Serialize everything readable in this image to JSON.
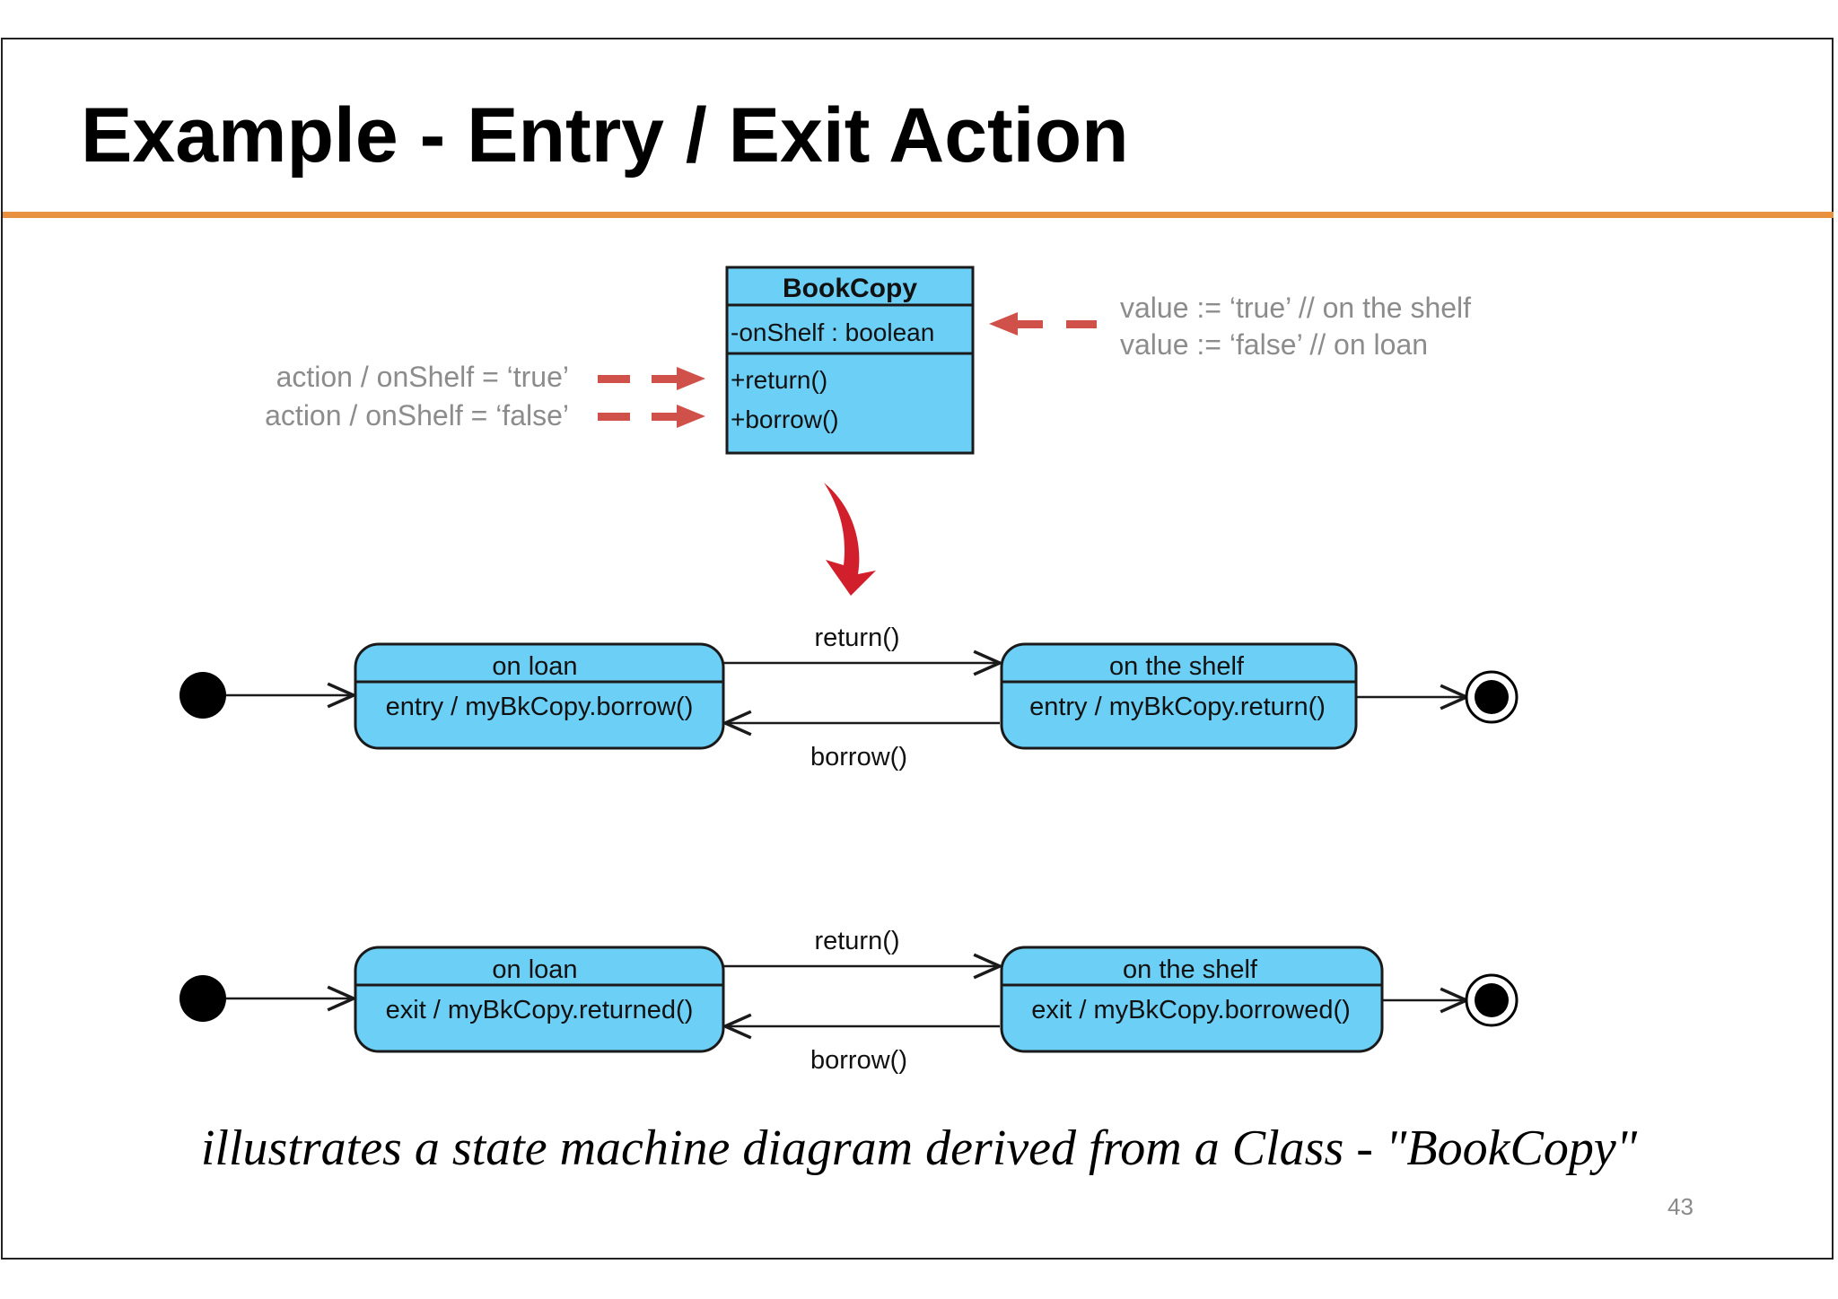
{
  "slide": {
    "title": "Example - Entry / Exit Action",
    "caption": "illustrates a state machine diagram derived from a Class - \"BookCopy\"",
    "page_number": "43",
    "accent_color": "#e8913f"
  },
  "class_box": {
    "name": "BookCopy",
    "attribute": "-onShelf : boolean",
    "operations": [
      "+return()",
      "+borrow()"
    ],
    "fill_color": "#6ccff6"
  },
  "notes": {
    "actions": [
      "action / onShelf = ‘true’",
      "action / onShelf = ‘false’"
    ],
    "values": [
      "value := ‘true’ // on the shelf",
      "value := ‘false’ // on loan"
    ],
    "arrow_color": "#d0504a"
  },
  "diagrams": [
    {
      "left_state": {
        "name": "on loan",
        "action": "entry / myBkCopy.borrow()"
      },
      "right_state": {
        "name": "on the shelf",
        "action": "entry / myBkCopy.return()"
      },
      "forward_transition": "return()",
      "back_transition": "borrow()"
    },
    {
      "left_state": {
        "name": "on loan",
        "action": "exit / myBkCopy.returned()"
      },
      "right_state": {
        "name": "on the shelf",
        "action": "exit / myBkCopy.borrowed()"
      },
      "forward_transition": "return()",
      "back_transition": "borrow()"
    }
  ]
}
